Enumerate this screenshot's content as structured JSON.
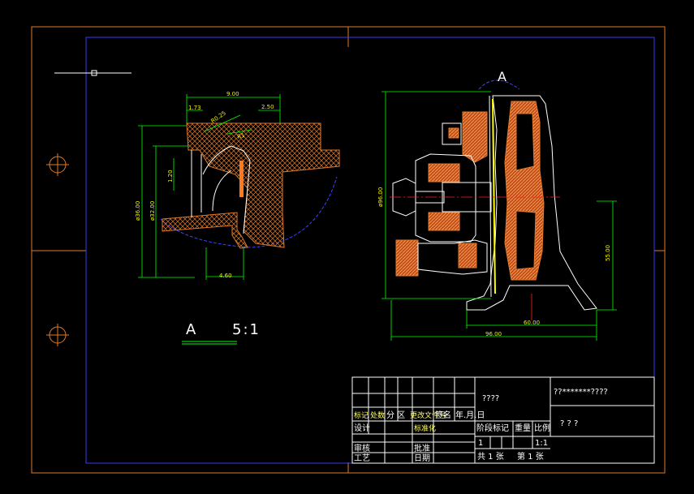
{
  "colors": {
    "background": "#000000",
    "outer_frame": "#e07a28",
    "inner_frame": "#3a3aff",
    "hatch": "#e07a28",
    "dimension": "#00ff00",
    "dimension_text": "#ffff00",
    "centerline": "#ff2020",
    "section_detail": "#ffffff",
    "boundary": "#4040ff",
    "titleblock_lines": "#ffffff",
    "titleblock_text": "#ffff00"
  },
  "detail_view": {
    "label_letter": "A",
    "label_scale": "5:1",
    "dimensions": {
      "top_width": "9.00",
      "top_left": "1.73",
      "top_right": "2.50",
      "angle_radius": "R0.25",
      "radius2": "R1",
      "height_small": "1.20",
      "dia_outer": "ø36.00",
      "dia_inner": "ø32.00",
      "bottom": "4.60"
    }
  },
  "main_view": {
    "callout_letter": "A",
    "dimensions": {
      "dia_left": "ø96.00",
      "height_right": "55.00",
      "width_inner": "60.00",
      "width_total": "96.00"
    }
  },
  "title_block": {
    "drawing_name": "????",
    "company": "??*******????",
    "drawing_number": "? ? ?",
    "header_cells": [
      "标记",
      "处数",
      "分 区",
      "更改文件号",
      "签名",
      "年.月.日"
    ],
    "row_labels": [
      "设计",
      "标准化",
      "审核",
      "批准",
      "工艺",
      "日期"
    ],
    "stage_label": "阶段标记",
    "weight_label": "重量",
    "scale_label": "比例",
    "stage_value": "1",
    "scale_value": "1:1",
    "sheets_total": "共 1 张",
    "sheet_number": "第 1 张"
  }
}
